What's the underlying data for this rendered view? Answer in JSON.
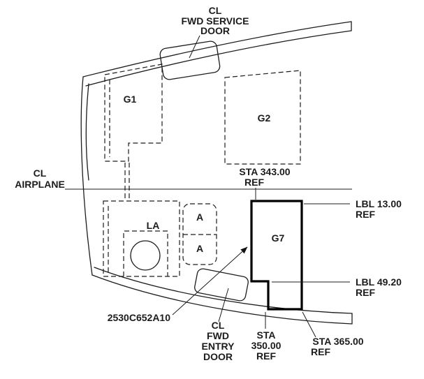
{
  "diagram": {
    "panels": {
      "g1": "G1",
      "g2": "G2",
      "la": "LA",
      "a_upper": "A",
      "a_lower": "A",
      "g7": "G7"
    },
    "callouts": {
      "service_door": {
        "line1": "CL",
        "line2": "FWD SERVICE",
        "line3": "DOOR"
      },
      "airplane_centerline": {
        "line1": "CL",
        "line2": "AIRPLANE"
      },
      "sta_343": {
        "line1": "STA 343.00",
        "line2": "REF"
      },
      "lbl_13": {
        "line1": "LBL 13.00",
        "line2": "REF"
      },
      "lbl_49": {
        "line1": "LBL 49.20",
        "line2": "REF"
      },
      "part_number": "2530C652A10",
      "entry_door": {
        "line1": "CL",
        "line2": "FWD",
        "line3": "ENTRY",
        "line4": "DOOR"
      },
      "sta_350": {
        "line1": "STA",
        "line2": "350.00",
        "line3": "REF"
      },
      "sta_365": {
        "line1": "STA 365.00",
        "line2": "REF"
      }
    },
    "colors": {
      "line": "#1c1c1c",
      "background": "#ffffff"
    }
  }
}
